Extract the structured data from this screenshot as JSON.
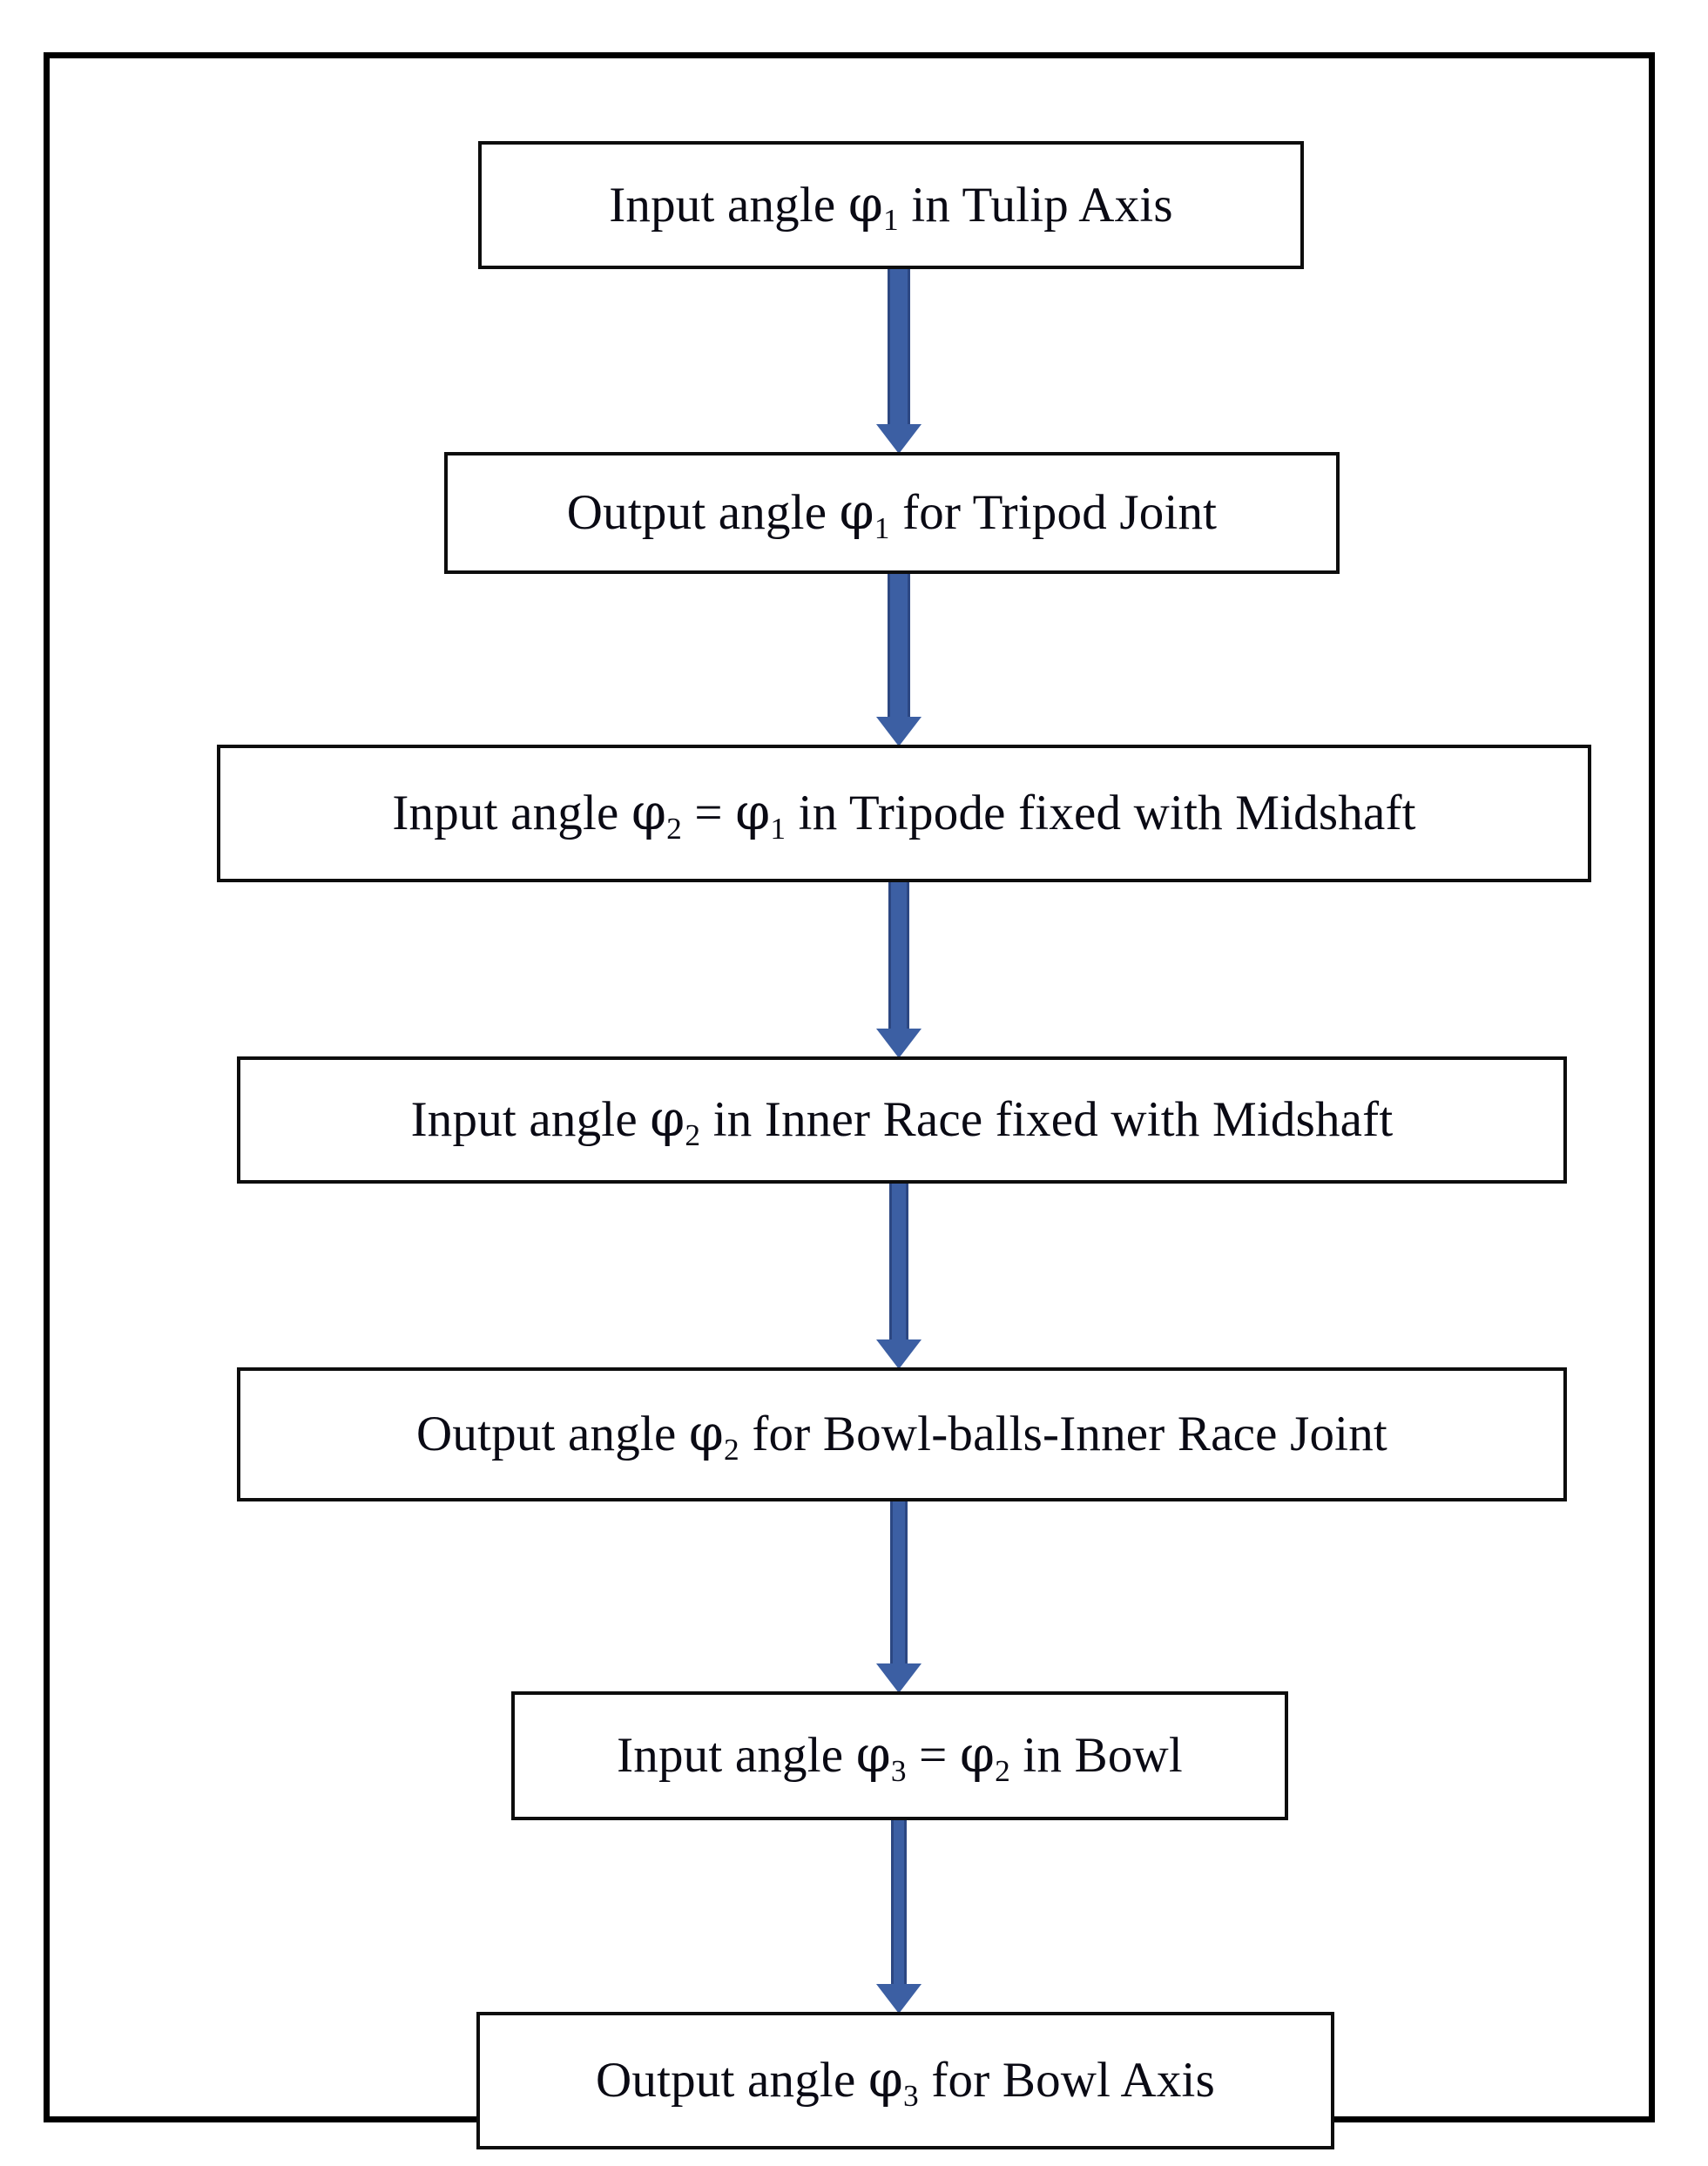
{
  "diagram": {
    "type": "flowchart",
    "orientation": "top-to-bottom",
    "frame": {
      "border_color": "#000000",
      "background": "#ffffff"
    },
    "node_style": {
      "border_color": "#0d0d0d",
      "fill": "#ffffff",
      "text_color": "#0a0a14"
    },
    "arrow_style": {
      "fill": "#3c5fa3",
      "edge": "#2c4782",
      "shape": "down-arrow"
    },
    "nodes": [
      {
        "id": "node-1",
        "kind": "input",
        "text_plain": "Input  angle φ1 in Tulip Axis",
        "prefix": "Input  angle ",
        "symbol": "φ",
        "subscript": "1",
        "suffix": " in Tulip Axis"
      },
      {
        "id": "node-2",
        "kind": "output",
        "text_plain": "Output angle φ1 for Tripod Joint",
        "prefix": "Output angle ",
        "symbol": "φ",
        "subscript": "1",
        "suffix": " for Tripod Joint"
      },
      {
        "id": "node-3",
        "kind": "input",
        "text_plain": "Input angle  φ2 = φ1 in Tripode fixed with Midshaft",
        "prefix": "Input angle  ",
        "symbol": "φ",
        "subscript": "2",
        "relation": " = ",
        "symbol2": "φ",
        "subscript2": "1",
        "suffix": " in Tripode fixed with Midshaft"
      },
      {
        "id": "node-4",
        "kind": "input",
        "text_plain": "Input angle  φ2 in Inner Race fixed with Midshaft",
        "prefix": "Input angle  ",
        "symbol": "φ",
        "subscript": "2",
        "suffix": " in Inner Race fixed with Midshaft"
      },
      {
        "id": "node-5",
        "kind": "output",
        "text_plain": "Output angle  φ2 for Bowl-balls-Inner Race Joint",
        "prefix": "Output angle  ",
        "symbol": "φ",
        "subscript": "2",
        "suffix": " for Bowl-balls-Inner Race Joint"
      },
      {
        "id": "node-6",
        "kind": "input",
        "text_plain": "Input angle  φ3 = φ2 in Bowl",
        "prefix": "Input angle  ",
        "symbol": "φ",
        "subscript": "3",
        "relation": " = ",
        "symbol2": "φ",
        "subscript2": "2",
        "suffix": " in Bowl"
      },
      {
        "id": "node-7",
        "kind": "output",
        "text_plain": "Output angle φ3 for Bowl Axis",
        "prefix": "Output angle ",
        "symbol": "φ",
        "subscript": "3",
        "suffix": " for Bowl Axis"
      }
    ],
    "edges": [
      {
        "id": "edge-1",
        "from": "node-1",
        "to": "node-2",
        "label": ""
      },
      {
        "id": "edge-2",
        "from": "node-2",
        "to": "node-3",
        "label": ""
      },
      {
        "id": "edge-3",
        "from": "node-3",
        "to": "node-4",
        "label": ""
      },
      {
        "id": "edge-4",
        "from": "node-4",
        "to": "node-5",
        "label": ""
      },
      {
        "id": "edge-5",
        "from": "node-5",
        "to": "node-6",
        "label": ""
      },
      {
        "id": "edge-6",
        "from": "node-6",
        "to": "node-7",
        "label": ""
      }
    ]
  }
}
